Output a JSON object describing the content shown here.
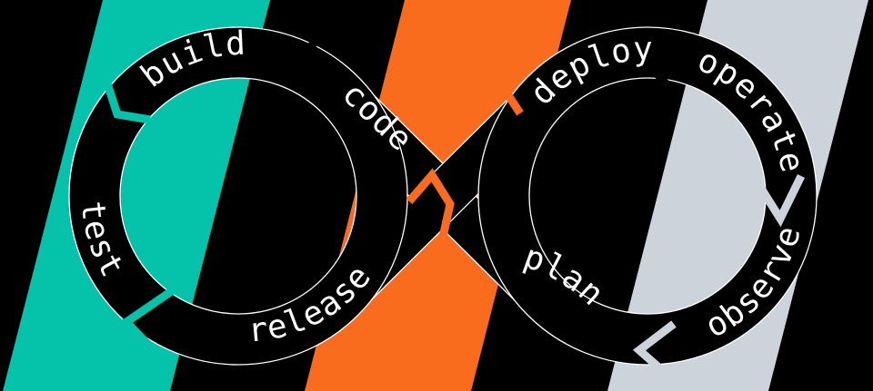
{
  "diagram": {
    "type": "devops-infinity-loop",
    "colors": {
      "background": "#000000",
      "band_fill": "#000000",
      "band_outline": "#ffffff",
      "label_text": "#ffffff"
    },
    "stripes": [
      {
        "name": "teal-stripe",
        "color": "#05C3AB"
      },
      {
        "name": "orange-stripe",
        "color": "#F96B1D"
      },
      {
        "name": "gray-stripe",
        "color": "#CDD3DA"
      }
    ],
    "labels": {
      "build": "build",
      "code": "code",
      "test": "test",
      "release": "release",
      "deploy": "deploy",
      "operate": "operate",
      "observe": "observe",
      "plan": "plan"
    }
  }
}
